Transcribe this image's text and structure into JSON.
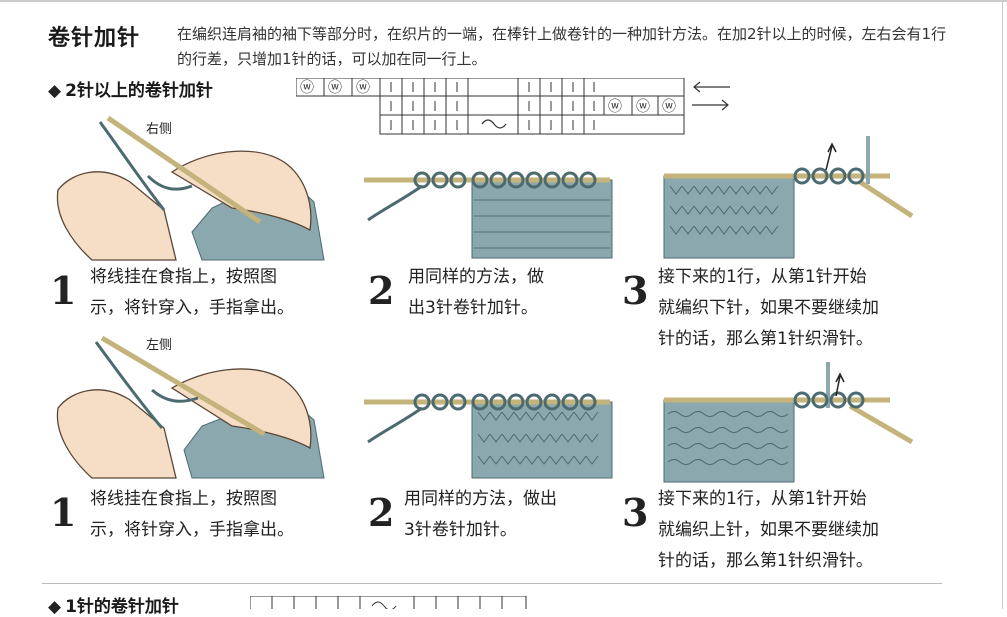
{
  "title": "卷针加针",
  "intro": "在编织连肩袖的袖下等部分时，在织片的一端，在棒针上做卷针的一种加针方法。在加2针以上的时候，左右会有1行的行差，只增加1针的话，可以加在同一行上。",
  "section1": {
    "diamond": "◆",
    "title": "2针以上的卷针加针"
  },
  "section2": {
    "diamond": "◆",
    "title": "1针的卷针加针"
  },
  "side_labels": {
    "right": "右侧",
    "left": "左侧"
  },
  "rows": [
    {
      "steps": [
        {
          "num": "1",
          "lines": [
            "将线挂在食指上，按照图",
            "示，将针穿入，手指拿出。"
          ]
        },
        {
          "num": "2",
          "lines": [
            "用同样的方法，做",
            "出3针卷针加针。"
          ]
        },
        {
          "num": "3",
          "lines": [
            "接下来的1行，从第1针开始",
            "就编织下针，如果不要继续加",
            "针的话，那么第1针织滑针。"
          ]
        }
      ]
    },
    {
      "steps": [
        {
          "num": "1",
          "lines": [
            "将线挂在食指上，按照图",
            "示，将针穿入，手指拿出。"
          ]
        },
        {
          "num": "2",
          "lines": [
            "用同样的方法，做出",
            "3针卷针加针。"
          ]
        },
        {
          "num": "3",
          "lines": [
            "接下来的1行，从第1针开始",
            "就编织上针，如果不要继续加",
            "针的话，那么第1针织滑针。"
          ]
        }
      ]
    }
  ],
  "colors": {
    "yarn": "#8aa8ad",
    "yarn_dark": "#4c6b71",
    "needle": "#c4b37a",
    "skin": "#f6ddc6",
    "skin_line": "#5a4636"
  }
}
